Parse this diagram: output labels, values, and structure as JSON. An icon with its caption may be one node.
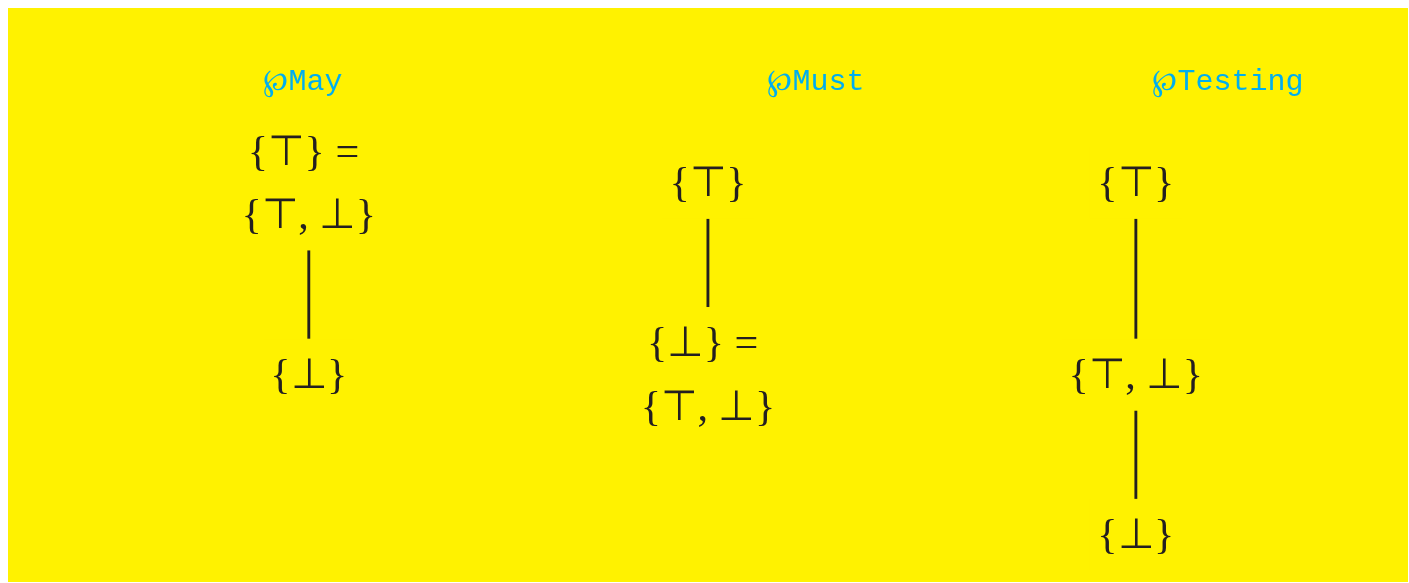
{
  "diagram": {
    "nodes": [
      {
        "text": [
          "{⊤} = {⊤, ⊥}"
        ]
      },
      {
        "text": [
          "{⊥}"
        ]
      },
      {
        "text": [
          "{⊤}"
        ]
      },
      {
        "text": [
          "{⊥} = {⊤, ⊥}"
        ]
      },
      {
        "text": [
          "{⊤}"
        ]
      },
      {
        "text": [
          "{⊤, ⊥}"
        ]
      },
      {
        "text": [
          "{⊥}"
        ]
      }
    ],
    "edges": [
      {
        "from": 0,
        "to": 1,
        "arrow": "none"
      },
      {
        "from": 2,
        "to": 3,
        "arrow": "none"
      },
      {
        "from": 4,
        "to": 5,
        "arrow": "none"
      },
      {
        "from": 5,
        "to": 6,
        "arrow": "none"
      }
    ],
    "labels": [
      "℘May",
      "℘Must",
      "℘Testing"
    ]
  }
}
